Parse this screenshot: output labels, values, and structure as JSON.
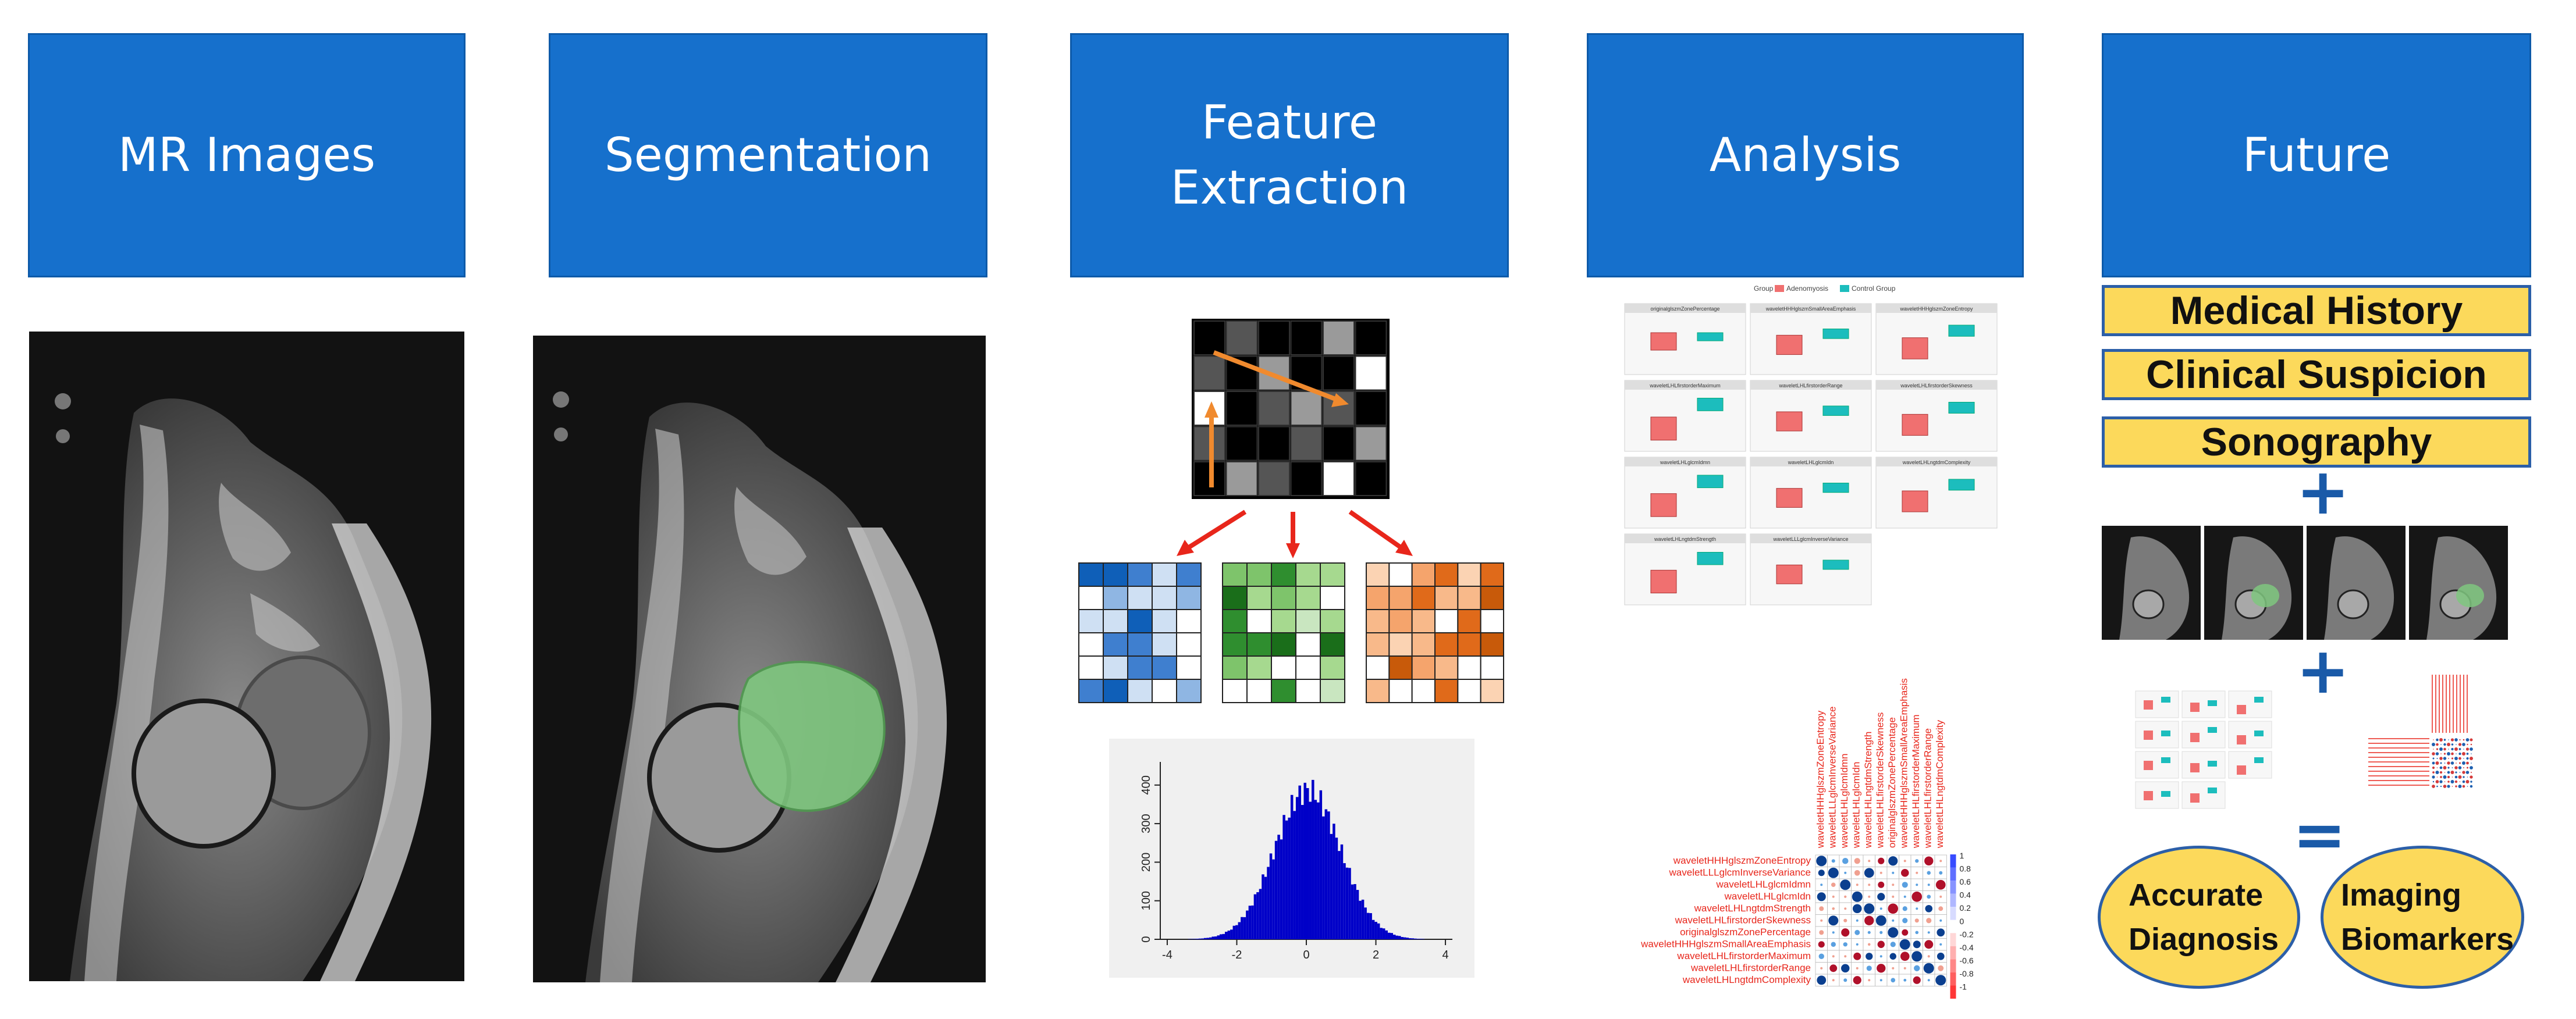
{
  "steps": [
    {
      "lines": [
        "MR Images"
      ]
    },
    {
      "lines": [
        "Segmentation"
      ]
    },
    {
      "lines": [
        "Feature",
        "Extraction"
      ]
    },
    {
      "lines": [
        "Analysis"
      ]
    },
    {
      "lines": [
        "Future"
      ]
    }
  ],
  "future": {
    "inputs": [
      "Medical History",
      "Clinical Suspicion",
      "Sonography"
    ],
    "operators": {
      "plus1": "+",
      "plus2": "+",
      "equals": "="
    },
    "outcomes": [
      {
        "line1": "Accurate",
        "line2": "Diagnosis"
      },
      {
        "line1": "Imaging",
        "line2": "Biomarkers"
      }
    ]
  },
  "histogram": {
    "x_ticks": [
      "-4",
      "-2",
      "0",
      "2",
      "4"
    ],
    "y_ticks": [
      "400",
      "300",
      "200",
      "100",
      "0"
    ]
  },
  "correlation": {
    "features": [
      "waveletHHHglszmZoneEntropy",
      "waveletLLLglcmInverseVariance",
      "waveletLHLglcmIdmn",
      "waveletLHLglcmIdn",
      "waveletLHLngtdmStrength",
      "waveletLHLfirstorderSkewness",
      "originalglszmZonePercentage",
      "waveletHHHglszmSmallAreaEmphasis",
      "waveletLHLfirstorderMaximum",
      "waveletLHLfirstorderRange",
      "waveletLHLngtdmComplexity"
    ],
    "scale": [
      "1",
      "0.8",
      "0.6",
      "0.4",
      "0.2",
      "0",
      "-0.2",
      "-0.4",
      "-0.6",
      "-0.8",
      "-1"
    ]
  },
  "boxplots": {
    "legend_title": "Group",
    "legend_items": [
      "Adenomyosis",
      "Control Group"
    ],
    "panels": [
      "originalglszmZonePercentage",
      "waveletHHHglszmSmallAreaEmphasis",
      "waveletHHHglszmZoneEntropy",
      "waveletLHLfirstorderMaximum",
      "waveletLHLfirstorderRange",
      "waveletLHLfirstorderSkewness",
      "waveletLHLglcmIdmn",
      "waveletLHLglcmIdn",
      "waveletLHLngtdmComplexity",
      "waveletLHLngtdmStrength",
      "waveletLLLglcmInverseVariance"
    ]
  },
  "colors": {
    "header_blue": "#1670cc",
    "future_yellow": "#fcd95b",
    "operator_blue": "#1a5aa8",
    "arrow_red": "#e8261b",
    "arrow_orange": "#f08a2e",
    "histogram_blue": "#0000c8",
    "group_a": "#f07070",
    "group_b": "#1cbdbd",
    "segmentation_green": "#7fc77f"
  }
}
